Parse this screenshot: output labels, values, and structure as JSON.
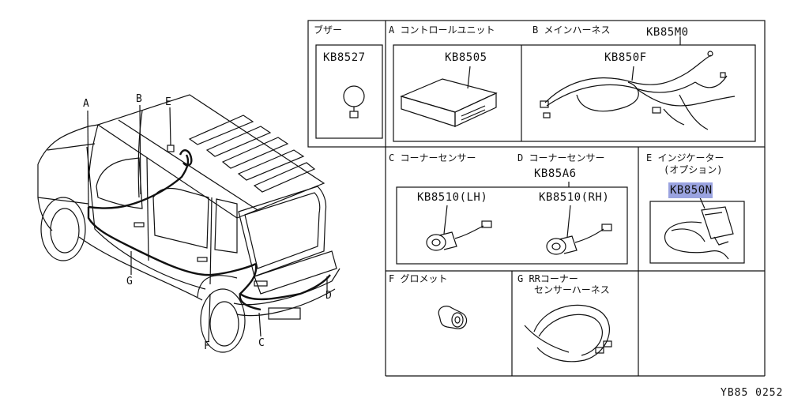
{
  "cells": {
    "buzzer": {
      "title": "ブザー",
      "code": "KB8527"
    },
    "control_unit": {
      "title": "A コントロールユニット",
      "code": "KB8505"
    },
    "main_harness": {
      "title": "B メインハーネス",
      "code_top": "KB85M0",
      "code_inner": "KB850F"
    },
    "corner_sensor_c": {
      "title": "C コーナーセンサー",
      "code_lh": "KB8510(LH)"
    },
    "corner_sensor_d": {
      "title": "D コーナーセンサー",
      "code_top": "KB85A6",
      "code_rh": "KB8510(RH)"
    },
    "indicator": {
      "title_line1": "E インジケーター",
      "title_line2": "(オプション)",
      "code": "KB850N"
    },
    "grommet": {
      "title": "F グロメット"
    },
    "rr_harness": {
      "title_line1": "G RRコーナー",
      "title_line2": "センサーハーネス"
    }
  },
  "callouts": {
    "a": "A",
    "b": "B",
    "c": "C",
    "d": "D",
    "e": "E",
    "f": "F",
    "g": "G"
  },
  "footer": {
    "ref": "YB85 0252"
  },
  "colors": {
    "highlight": "#9aa3e0",
    "line": "#111111"
  }
}
